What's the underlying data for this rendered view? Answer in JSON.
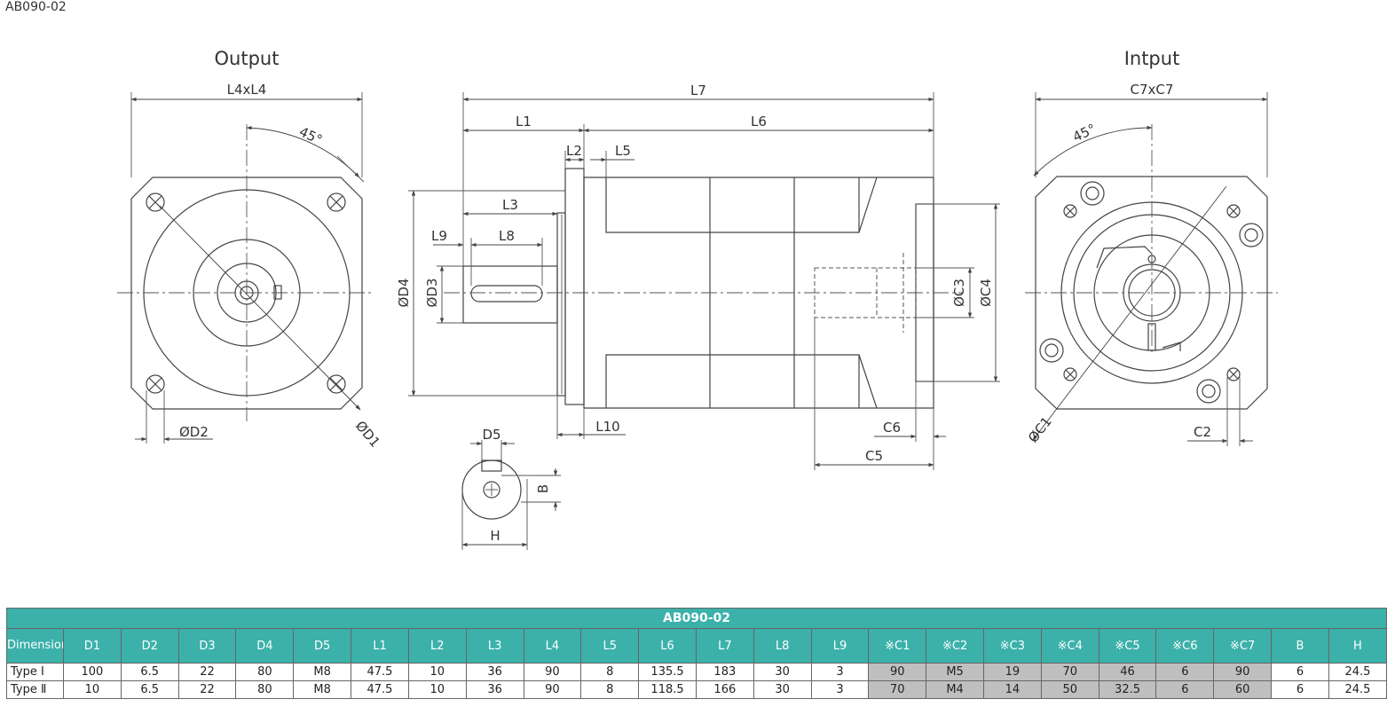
{
  "caption": "AB090-02",
  "views": {
    "output_title": "Output",
    "input_title": "Intput"
  },
  "dimension_labels": {
    "L4xL4": "L4xL4",
    "angle_out": "45°",
    "D2": "ØD2",
    "D1": "ØD1",
    "L7": "L7",
    "L1": "L1",
    "L6": "L6",
    "L2": "L2",
    "L5": "L5",
    "L3": "L3",
    "L9": "L9",
    "L8": "L8",
    "D4": "ØD4",
    "D3": "ØD3",
    "C3": "ØC3",
    "C4": "ØC4",
    "L10": "L10",
    "C6": "C6",
    "C5": "C5",
    "D5": "D5",
    "B": "B",
    "H": "H",
    "C7xC7": "C7xC7",
    "angle_in": "45°",
    "C1": "ØC1",
    "C2": "C2"
  },
  "table": {
    "title": "AB090-02",
    "first_header": "Dimension",
    "columns": [
      "D1",
      "D2",
      "D3",
      "D4",
      "D5",
      "L1",
      "L2",
      "L3",
      "L4",
      "L5",
      "L6",
      "L7",
      "L8",
      "L9",
      "※C1",
      "※C2",
      "※C3",
      "※C4",
      "※C5",
      "※C6",
      "※C7",
      "B",
      "H"
    ],
    "rows": [
      {
        "label": "Type Ⅰ",
        "values": [
          "100",
          "6.5",
          "22",
          "80",
          "M8",
          "47.5",
          "10",
          "36",
          "90",
          "8",
          "135.5",
          "183",
          "30",
          "3",
          "90",
          "M5",
          "19",
          "70",
          "46",
          "6",
          "90",
          "6",
          "24.5"
        ]
      },
      {
        "label": "Type Ⅱ",
        "values": [
          "10",
          "6.5",
          "22",
          "80",
          "M8",
          "47.5",
          "10",
          "36",
          "90",
          "8",
          "118.5",
          "166",
          "30",
          "3",
          "70",
          "M4",
          "14",
          "50",
          "32.5",
          "6",
          "60",
          "6",
          "24.5"
        ]
      }
    ]
  }
}
